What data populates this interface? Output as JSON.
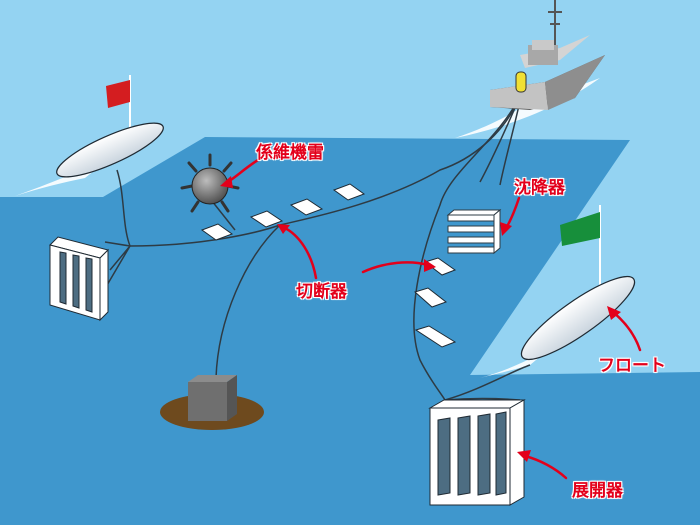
{
  "labels": {
    "moored_mine": "係維機雷",
    "sinker": "沈降器",
    "cutter": "切断器",
    "float": "フロート",
    "spreader": "展開器"
  },
  "colors": {
    "sky": "#94d3f2",
    "sea": "#3f97cd",
    "label": "#e3001b",
    "red_flag": "#d41d20",
    "green_flag": "#178f3b"
  }
}
